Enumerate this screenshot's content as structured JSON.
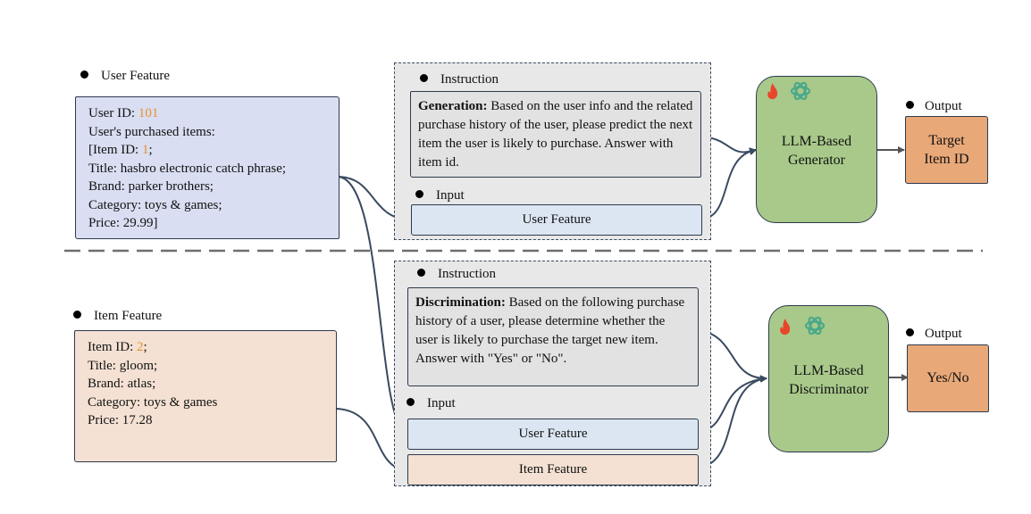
{
  "user_feature": {
    "label": "User Feature",
    "lines": [
      {
        "prefix": "User ID: ",
        "highlight": "101",
        "suffix": ""
      },
      {
        "prefix": "User's purchased items:",
        "highlight": "",
        "suffix": ""
      },
      {
        "prefix": "[Item ID: ",
        "highlight": "1",
        "suffix": ";"
      },
      {
        "prefix": "Title: hasbro electronic catch phrase;",
        "highlight": "",
        "suffix": ""
      },
      {
        "prefix": "Brand: parker brothers;",
        "highlight": "",
        "suffix": ""
      },
      {
        "prefix": "Category: toys & games;",
        "highlight": "",
        "suffix": ""
      },
      {
        "prefix": "Price: 29.99]",
        "highlight": "",
        "suffix": ""
      }
    ]
  },
  "item_feature": {
    "label": "Item Feature",
    "lines": [
      {
        "prefix": "Item ID: ",
        "highlight": "2",
        "suffix": ";"
      },
      {
        "prefix": "Title: gloom;",
        "highlight": "",
        "suffix": ""
      },
      {
        "prefix": "Brand: atlas;",
        "highlight": "",
        "suffix": ""
      },
      {
        "prefix": "Category: toys & games",
        "highlight": "",
        "suffix": ""
      },
      {
        "prefix": "Price: 17.28",
        "highlight": "",
        "suffix": ""
      }
    ]
  },
  "generation": {
    "instruction_label": "Instruction",
    "instruction_title": "Generation:",
    "instruction_body": " Based on the user info and the related purchase history of the user, please predict the next item the user is likely to purchase. Answer with item id.",
    "input_label": "Input",
    "inputs": [
      "User Feature"
    ],
    "model": {
      "line1": "LLM-Based",
      "line2": "Generator",
      "icons": [
        "fire-icon",
        "openai-icon"
      ]
    },
    "output_label": "Output",
    "output_line1": "Target",
    "output_line2": "Item ID"
  },
  "discrimination": {
    "instruction_label": "Instruction",
    "instruction_title": "Discrimination:",
    "instruction_body": " Based on the following purchase history of a user, please determine whether the user is likely to purchase the target new item. Answer with \"Yes\" or \"No\".",
    "input_label": "Input",
    "inputs": [
      "User Feature",
      "Item Feature"
    ],
    "model": {
      "line1": "LLM-Based",
      "line2": "Discriminator",
      "icons": [
        "fire-icon",
        "openai-icon"
      ]
    },
    "output_label": "Output",
    "output_text": "Yes/No"
  },
  "colors": {
    "highlight": "#e8902a",
    "user_feature_bg": "#d9def2",
    "item_feature_bg": "#f4e1d3",
    "llm_bg": "#a8c98a",
    "output_bg": "#e8a878",
    "fire": "#e8452a",
    "openai": "#4aa88a"
  }
}
